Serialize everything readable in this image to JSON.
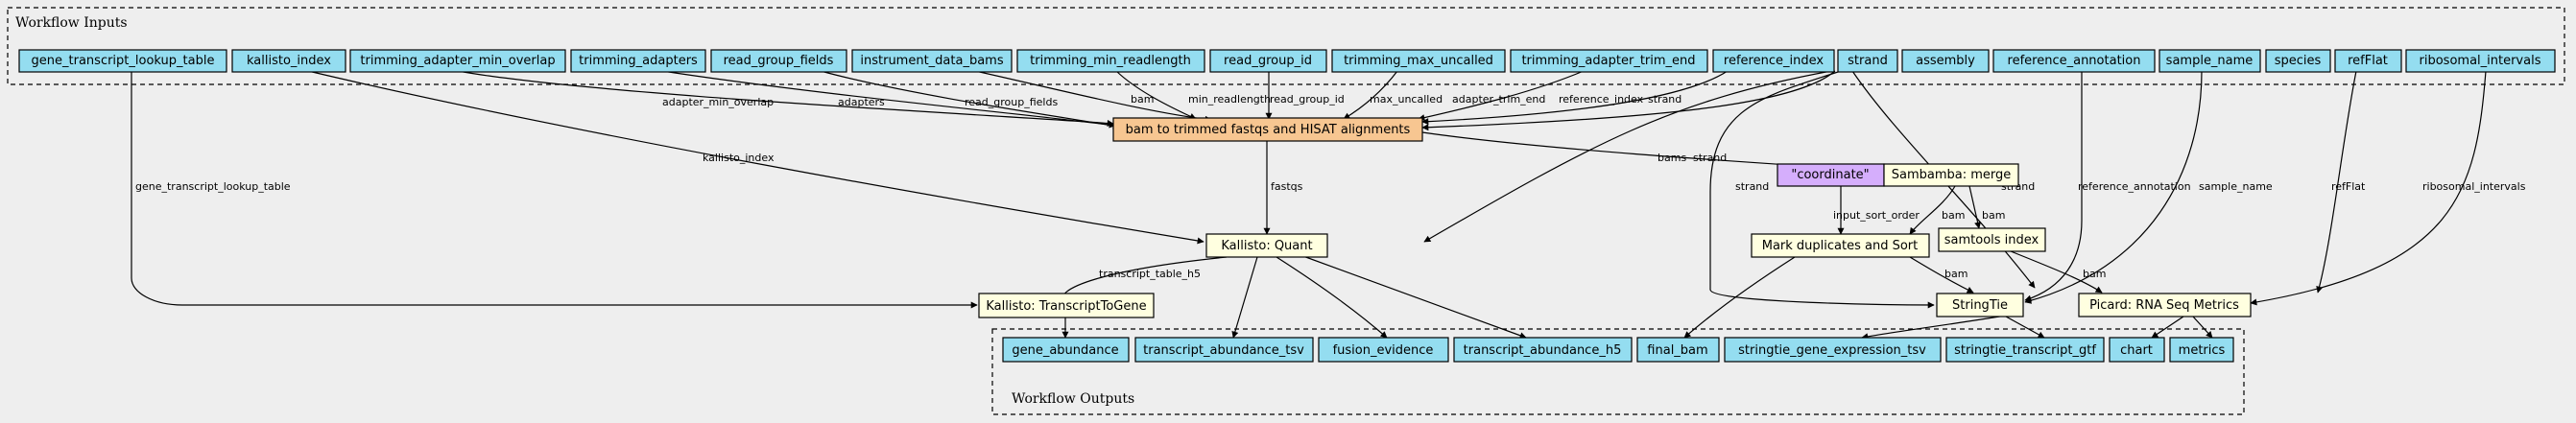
{
  "clusters": {
    "inputs": "Workflow Inputs",
    "outputs": "Workflow Outputs"
  },
  "colors": {
    "background": "#eeeeee",
    "io_node": "#94ddf0",
    "main_step": "#f7c691",
    "step": "#ffffe0",
    "literal": "#d5aefc"
  },
  "nodes": {
    "gene_transcript_lookup_table": "gene_transcript_lookup_table",
    "kallisto_index": "kallisto_index",
    "trimming_adapter_min_overlap": "trimming_adapter_min_overlap",
    "trimming_adapters": "trimming_adapters",
    "read_group_fields": "read_group_fields",
    "instrument_data_bams": "instrument_data_bams",
    "trimming_min_readlength": "trimming_min_readlength",
    "read_group_id": "read_group_id",
    "trimming_max_uncalled": "trimming_max_uncalled",
    "trimming_adapter_trim_end": "trimming_adapter_trim_end",
    "reference_index": "reference_index",
    "strand": "strand",
    "assembly": "assembly",
    "reference_annotation": "reference_annotation",
    "sample_name": "sample_name",
    "species": "species",
    "refFlat": "refFlat",
    "ribosomal_intervals": "ribosomal_intervals",
    "bam_to_trimmed": "bam to trimmed fastqs and HISAT alignments",
    "coordinate": "\"coordinate\"",
    "sambamba_merge": "Sambamba: merge",
    "kallisto_quant": "Kallisto: Quant",
    "mark_duplicates": "Mark duplicates and Sort",
    "samtools_index": "samtools index",
    "kallisto_t2g": "Kallisto: TranscriptToGene",
    "stringtie": "StringTie",
    "picard": "Picard: RNA Seq Metrics",
    "gene_abundance": "gene_abundance",
    "transcript_abundance_tsv": "transcript_abundance_tsv",
    "fusion_evidence": "fusion_evidence",
    "transcript_abundance_h5": "transcript_abundance_h5",
    "final_bam": "final_bam",
    "stringtie_gene_expression_tsv": "stringtie_gene_expression_tsv",
    "stringtie_transcript_gtf": "stringtie_transcript_gtf",
    "chart": "chart",
    "metrics": "metrics"
  },
  "edge_labels": {
    "adapter_min_overlap": "adapter_min_overlap",
    "adapters": "adapters",
    "read_group_fields": "read_group_fields",
    "bam": "bam",
    "min_readlength": "min_readlength",
    "read_group_id": "read_group_id",
    "max_uncalled": "max_uncalled",
    "adapter_trim_end": "adapter_trim_end",
    "reference_index": "reference_index",
    "strand": "strand",
    "kallisto_index": "kallisto_index",
    "gene_transcript_lookup_table": "gene_transcript_lookup_table",
    "fastqs": "fastqs",
    "bams": "bams",
    "input_sort_order": "input_sort_order",
    "reference_annotation": "reference_annotation",
    "sample_name": "sample_name",
    "refFlat": "refFlat",
    "ribosomal_intervals": "ribosomal_intervals",
    "transcript_table_h5": "transcript_table_h5"
  }
}
